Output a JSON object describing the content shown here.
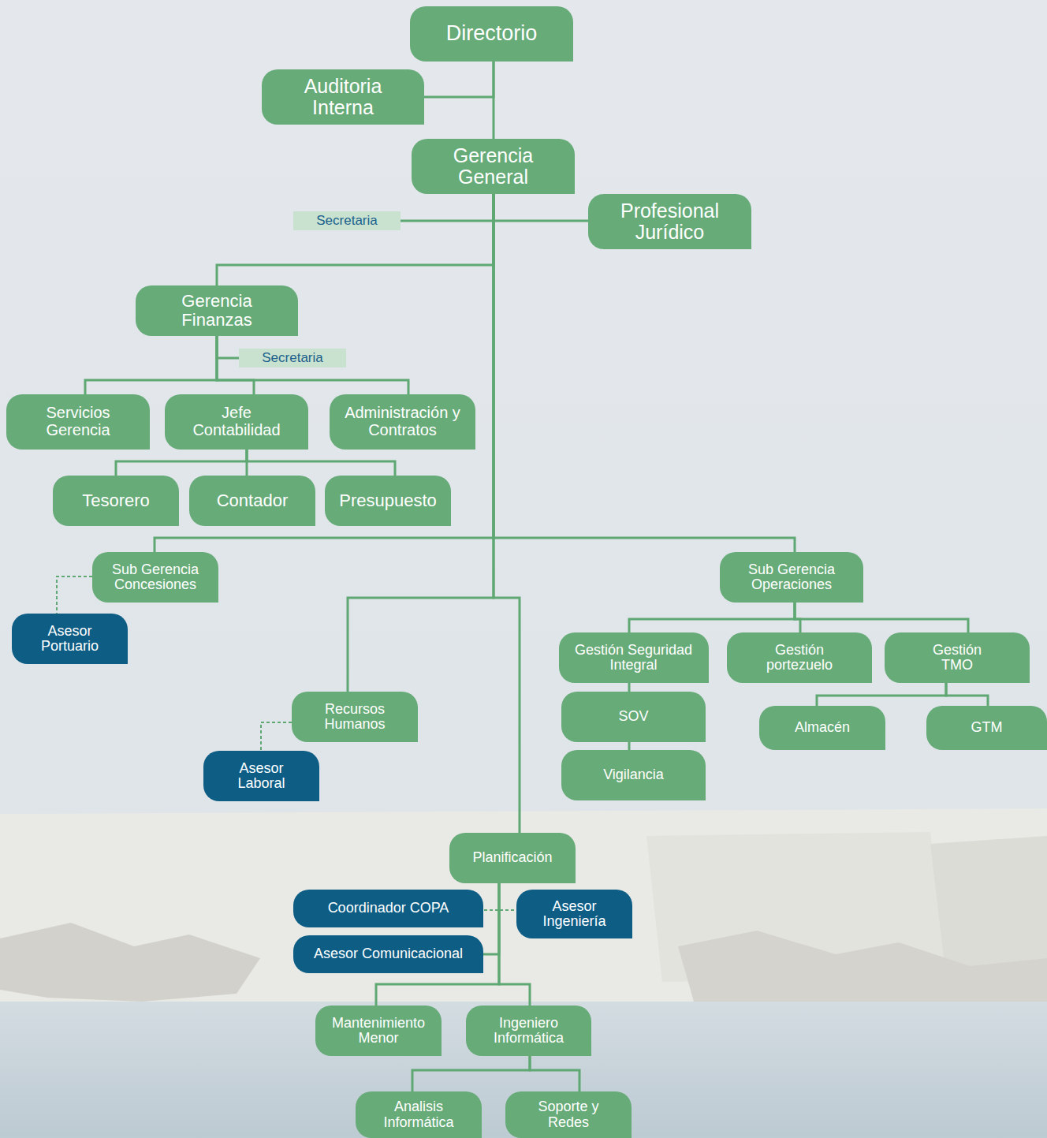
{
  "diagram": {
    "nodes": [
      {
        "text": [
          "Directorio"
        ]
      },
      {
        "text": [
          "Auditoria Interna"
        ]
      },
      {
        "text": [
          "Gerencia General"
        ]
      },
      {
        "text": [
          "Secretaria"
        ]
      },
      {
        "text": [
          "Profesional Jurídico"
        ]
      },
      {
        "text": [
          "Gerencia Finanzas"
        ]
      },
      {
        "text": [
          "Secretaria"
        ]
      },
      {
        "text": [
          "Servicios Gerencia"
        ]
      },
      {
        "text": [
          "Jefe Contabilidad"
        ]
      },
      {
        "text": [
          "Administración y Contratos"
        ]
      },
      {
        "text": [
          "Tesorero"
        ]
      },
      {
        "text": [
          "Contador"
        ]
      },
      {
        "text": [
          "Presupuesto"
        ]
      },
      {
        "text": [
          "Sub Gerencia Concesiones"
        ]
      },
      {
        "text": [
          "Asesor Portuario"
        ]
      },
      {
        "text": [
          "Sub Gerencia Operaciones"
        ]
      },
      {
        "text": [
          "Recursos Humanos"
        ]
      },
      {
        "text": [
          "Asesor Laboral"
        ]
      },
      {
        "text": [
          "Gestión Seguridad Integral"
        ]
      },
      {
        "text": [
          "Gestión portezuelo"
        ]
      },
      {
        "text": [
          "Gestión TMO"
        ]
      },
      {
        "text": [
          "SOV"
        ]
      },
      {
        "text": [
          "Vigilancia"
        ]
      },
      {
        "text": [
          "Almacén"
        ]
      },
      {
        "text": [
          "GTM"
        ]
      },
      {
        "text": [
          "Planificación"
        ]
      },
      {
        "text": [
          "Coordinador COPA"
        ]
      },
      {
        "text": [
          "Asesor Ingeniería"
        ]
      },
      {
        "text": [
          "Asesor Comunicacional"
        ]
      },
      {
        "text": [
          "Mantenimiento Menor"
        ]
      },
      {
        "text": [
          "Ingeniero Informática"
        ]
      },
      {
        "text": [
          "Analisis Informática"
        ]
      },
      {
        "text": [
          "Soporte y Redes"
        ]
      }
    ],
    "edges": [
      {
        "from": 0,
        "to": 1,
        "arrow": "none"
      },
      {
        "from": 0,
        "to": 2,
        "arrow": "none"
      },
      {
        "from": 2,
        "to": 3,
        "arrow": "none"
      },
      {
        "from": 2,
        "to": 4,
        "arrow": "none"
      },
      {
        "from": 2,
        "to": 5,
        "arrow": "none"
      },
      {
        "from": 5,
        "to": 6,
        "arrow": "none"
      },
      {
        "from": 5,
        "to": 7,
        "arrow": "none"
      },
      {
        "from": 5,
        "to": 8,
        "arrow": "none"
      },
      {
        "from": 5,
        "to": 9,
        "arrow": "none"
      },
      {
        "from": 8,
        "to": 10,
        "arrow": "none"
      },
      {
        "from": 8,
        "to": 11,
        "arrow": "none"
      },
      {
        "from": 8,
        "to": 12,
        "arrow": "none"
      },
      {
        "from": 2,
        "to": 13,
        "arrow": "none"
      },
      {
        "from": 13,
        "to": 14,
        "arrow": "none"
      },
      {
        "from": 2,
        "to": 15,
        "arrow": "none"
      },
      {
        "from": 2,
        "to": 16,
        "arrow": "none"
      },
      {
        "from": 16,
        "to": 17,
        "arrow": "none"
      },
      {
        "from": 2,
        "to": 25,
        "arrow": "none"
      },
      {
        "from": 15,
        "to": 18,
        "arrow": "none"
      },
      {
        "from": 15,
        "to": 19,
        "arrow": "none"
      },
      {
        "from": 15,
        "to": 20,
        "arrow": "none"
      },
      {
        "from": 18,
        "to": 21,
        "arrow": "none"
      },
      {
        "from": 21,
        "to": 22,
        "arrow": "none"
      },
      {
        "from": 20,
        "to": 23,
        "arrow": "none"
      },
      {
        "from": 20,
        "to": 24,
        "arrow": "none"
      },
      {
        "from": 25,
        "to": 26,
        "arrow": "none"
      },
      {
        "from": 25,
        "to": 27,
        "arrow": "none"
      },
      {
        "from": 25,
        "to": 28,
        "arrow": "none"
      },
      {
        "from": 25,
        "to": 29,
        "arrow": "none"
      },
      {
        "from": 25,
        "to": 30,
        "arrow": "none"
      },
      {
        "from": 30,
        "to": 31,
        "arrow": "none"
      },
      {
        "from": 30,
        "to": 32,
        "arrow": "none"
      }
    ]
  }
}
